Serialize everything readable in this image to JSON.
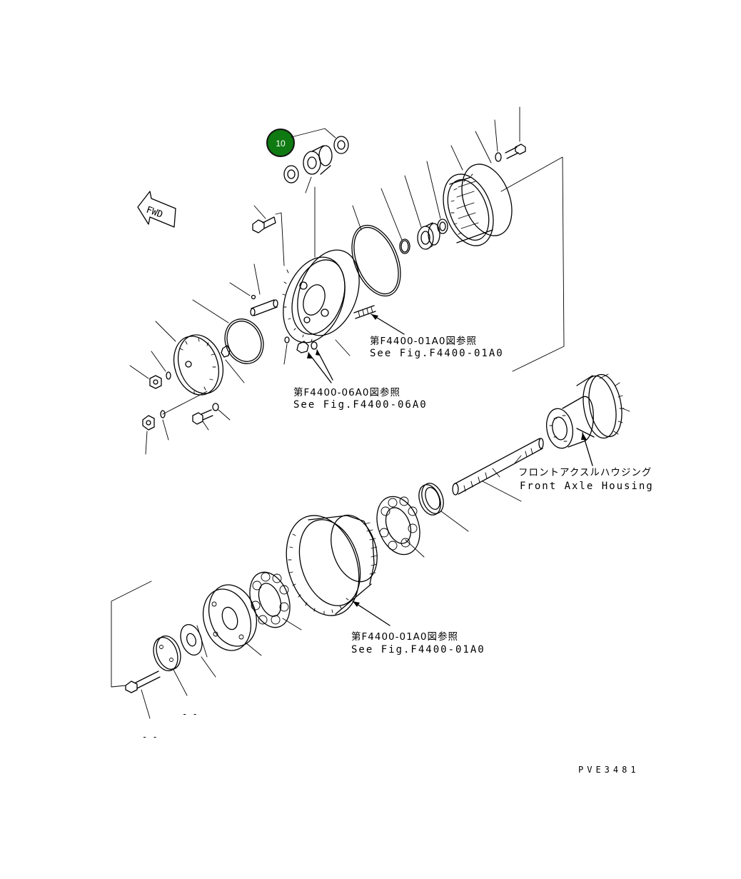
{
  "callout": {
    "number": "10",
    "color": "#0f7a12"
  },
  "direction_label": "FWD",
  "references": [
    {
      "jp": "第F4400-01A0図参照",
      "en": "See Fig.F4400-01A0"
    },
    {
      "jp": "第F4400-06A0図参照",
      "en": "See Fig.F4400-06A0"
    },
    {
      "jp": "第F4400-01A0図参照",
      "en": "See Fig.F4400-01A0"
    }
  ],
  "housing_label": {
    "jp": "フロントアクスルハウジング",
    "en": "Front Axle Housing"
  },
  "blank_marks": [
    "- -",
    "- -"
  ],
  "drawing_code": "PVE3481"
}
